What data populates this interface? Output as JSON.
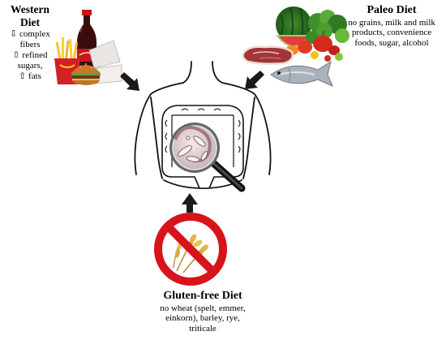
{
  "western": {
    "title": "Western Diet",
    "lines": [
      "⇩ complex fibers",
      "⇧ refined sugars,",
      "⇧ fats"
    ]
  },
  "paleo": {
    "title": "Paleo Diet",
    "lines": [
      "no grains, milk and milk",
      "products, convenience",
      "foods, sugar, alcohol"
    ]
  },
  "gluten_free": {
    "title": "Gluten-free Diet",
    "lines": [
      "no wheat (spelt, emmer,",
      "einkorn), barley, rye,",
      "triticale"
    ]
  },
  "colors": {
    "prohibition_red": "#d7141a",
    "arrow": "#1a1a1a",
    "outline": "#111111"
  }
}
